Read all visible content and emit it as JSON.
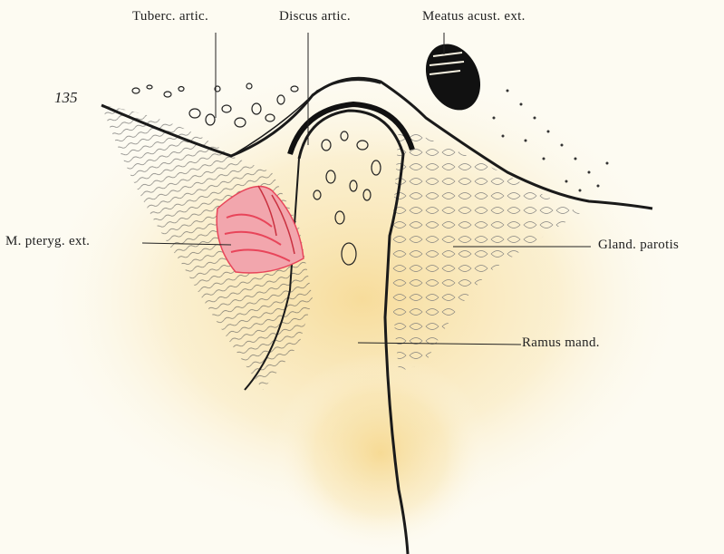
{
  "figure": {
    "number": "135",
    "labels": {
      "tuberc_artic": "Tuberc. artic.",
      "discus_artic": "Discus artic.",
      "meatus": "Meatus acust. ext.",
      "pteryg": "M. pteryg. ext.",
      "parotis": "Gland. parotis",
      "ramus": "Ramus mand."
    }
  },
  "colors": {
    "background": "#fdfbf2",
    "wash": "#f7dfa0",
    "muscle": "#e8455a",
    "ink": "#1a1a1a"
  }
}
